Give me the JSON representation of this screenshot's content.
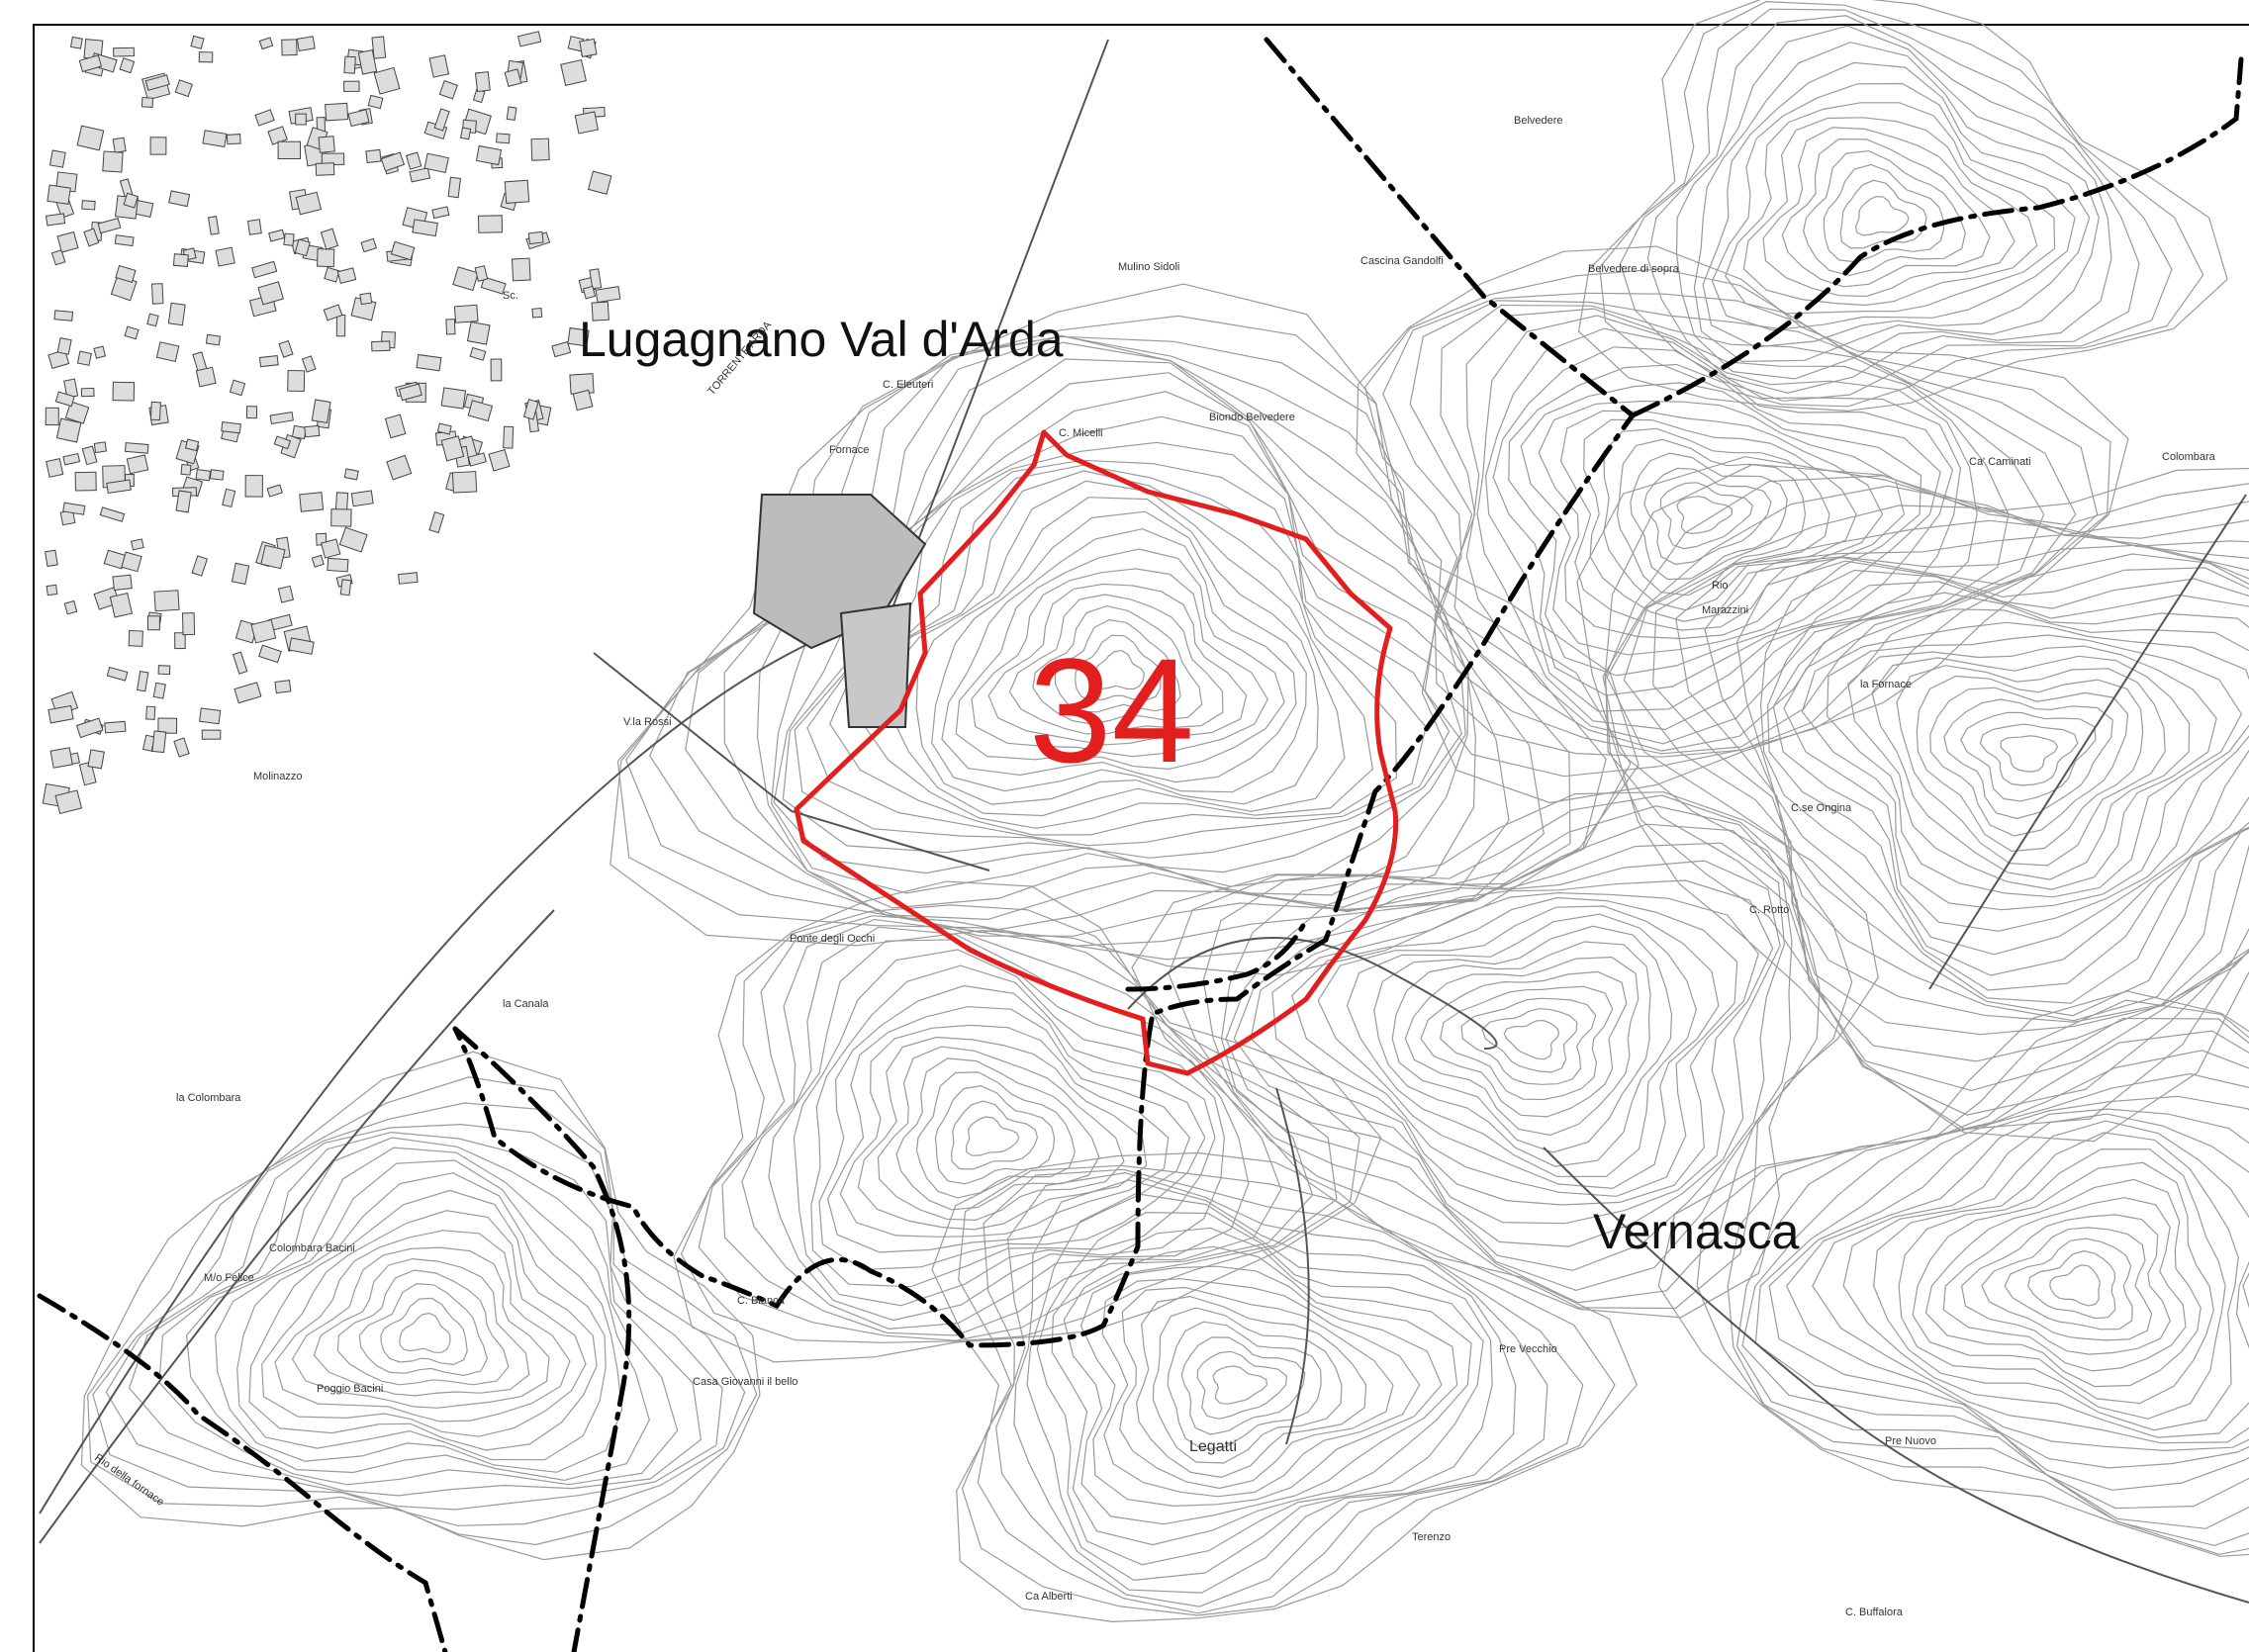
{
  "map": {
    "area_number": "34",
    "municipalities": {
      "lugagnano": "Lugagnano Val d'Arda",
      "vernasca": "Vernasca"
    },
    "place_labels": {
      "fornace": "Fornace",
      "c_eleuteri": "C. Eleuteri",
      "c_micelli": "C. Micelli",
      "mulino_sidoli": "Mulino Sidoli",
      "cascina_gandolfi": "Cascina Gandolfi",
      "belvedere": "Belvedere",
      "belvedere_di_sopra": "Belvedere di sopra",
      "biondo_belvedere": "Biondo Belvedere",
      "colombara_ne": "Colombara",
      "ca_caminati": "Ca' Caminati",
      "rio": "Rio",
      "marazzini": "Marazzini",
      "la_fornace": "la Fornace",
      "c_se_ongina": "C.se Ongina",
      "c_rotto": "C. Rotto",
      "molinazzo": "Molinazzo",
      "v_la_rossi": "V.la Rossi",
      "ponte_degli_occhi": "Ponte degli Occhi",
      "la_canala": "la Canala",
      "la_colombara": "la Colombara",
      "colombara_bacini": "Colombara Bacini",
      "mo_felice": "M/o Felice",
      "poggio_bacini": "Poggio Bacini",
      "c_bianca": "C. Bianca",
      "casa_giovanni": "Casa Giovanni il bello",
      "legatti": "Legatti",
      "pre_vecchio": "Pre Vecchio",
      "pre_nuovo": "Pre Nuovo",
      "terenzo": "Terenzo",
      "c_buffalora": "C. Buffalora",
      "ca_alberti": "Ca Alberti",
      "rio_della_fornace": "Rio della fornace",
      "torrente_arda": "TORRENTE ARDA",
      "sc": "Sc."
    },
    "colors": {
      "boundary_red": "#e31e1e",
      "admin_line": "#000000",
      "contour": "#9a9a9a",
      "frame": "#000000"
    }
  }
}
